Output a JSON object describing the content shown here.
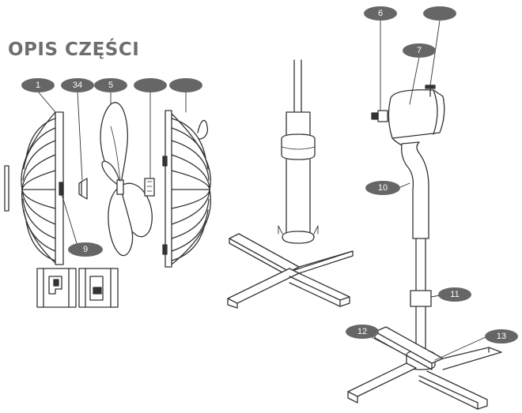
{
  "heading": "OPIS CZĘŚCI",
  "callouts": {
    "c1": "1",
    "c34": "34",
    "c5": "5",
    "c6": "6",
    "c7": "7",
    "c9": "9",
    "c10": "10",
    "c11": "11",
    "c12": "12",
    "c13": "13"
  },
  "colors": {
    "callout_fill": "#666666",
    "line": "#333333",
    "heading": "#6e6e6e"
  }
}
